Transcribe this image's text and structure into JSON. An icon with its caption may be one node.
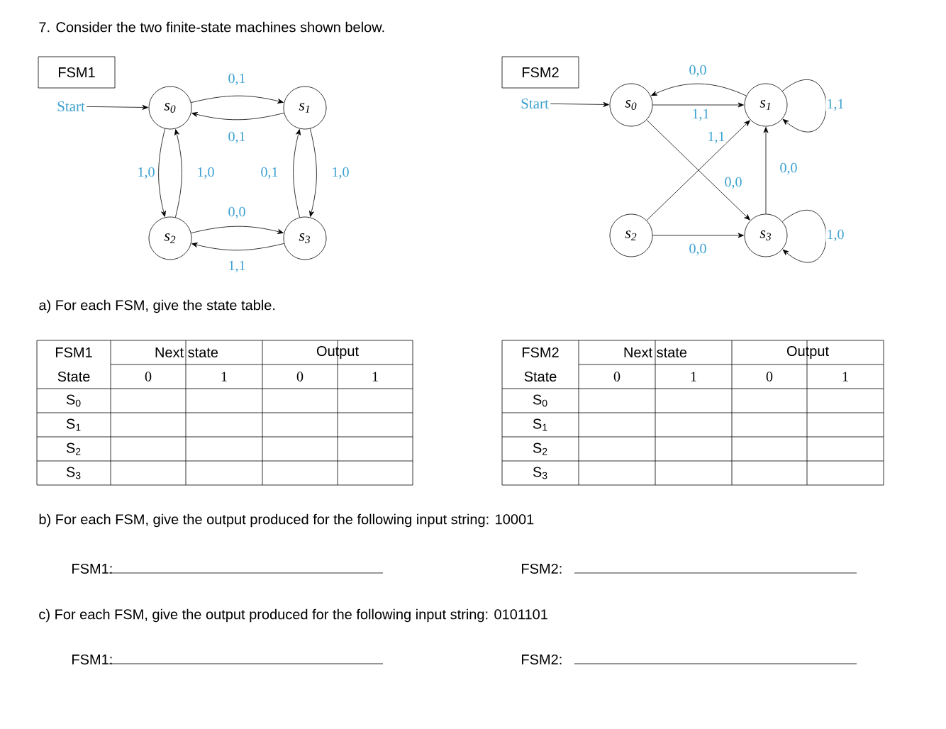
{
  "diagram": {
    "nodes": [
      {
        "text": [
          "FSM1"
        ]
      },
      {
        "text": [
          "Start"
        ]
      },
      {
        "text": [
          "s$_{0}$"
        ]
      },
      {
        "text": [
          "s$_{1}$"
        ]
      },
      {
        "text": [
          "s$_{2}$"
        ]
      },
      {
        "text": [
          "s$_{3}$"
        ]
      },
      {
        "text": [
          "FSM2"
        ]
      },
      {
        "text": [
          "Start"
        ]
      },
      {
        "text": [
          "s$_{0}$"
        ]
      },
      {
        "text": [
          "s$_{1}$"
        ]
      },
      {
        "text": [
          "s$_{2}$"
        ]
      },
      {
        "text": [
          "s$_{3}$"
        ]
      }
    ],
    "edges": [
      {
        "from": 1,
        "to": 2,
        "arrow": "to"
      },
      {
        "from": 2,
        "to": 3,
        "label": "0,1",
        "arrow": "to"
      },
      {
        "from": 3,
        "to": 2,
        "label": "0,1",
        "arrow": "to"
      },
      {
        "from": 2,
        "to": 4,
        "label": "1,0",
        "arrow": "to"
      },
      {
        "from": 4,
        "to": 2,
        "label": "1,0",
        "arrow": "to"
      },
      {
        "from": 5,
        "to": 3,
        "label": "0,1",
        "arrow": "to"
      },
      {
        "from": 3,
        "to": 5,
        "label": "1,0",
        "arrow": "to"
      },
      {
        "from": 4,
        "to": 5,
        "label": "0,0",
        "arrow": "to"
      },
      {
        "from": 5,
        "to": 4,
        "label": "1,1",
        "arrow": "to"
      },
      {
        "from": 7,
        "to": 8,
        "arrow": "to"
      },
      {
        "from": 9,
        "to": 8,
        "label": "0,0",
        "arrow": "to"
      },
      {
        "from": 8,
        "to": 9,
        "label": "1,1",
        "arrow": "to"
      },
      {
        "from": 10,
        "to": 9,
        "label": "1,1",
        "arrow": "to"
      },
      {
        "from": 8,
        "to": 11,
        "label": "0,0",
        "arrow": "to"
      },
      {
        "from": 11,
        "to": 9,
        "label": "0,0",
        "arrow": "to"
      },
      {
        "from": 10,
        "to": 11,
        "label": "0,0",
        "arrow": "to"
      },
      {
        "from": 9,
        "to": 9,
        "label": "1,1",
        "arrow": "to"
      },
      {
        "from": 11,
        "to": 11,
        "label": "1,0",
        "arrow": "to"
      }
    ],
    "labels": [
      "7. Consider the two finite-state machines shown below.",
      "a) For each FSM, give the state table.",
      "FSM1",
      "Next state",
      "Output",
      "State",
      "0",
      "1",
      "0",
      "1",
      "S$_{0}$",
      "S$_{1}$",
      "S$_{2}$",
      "S$_{3}$",
      "FSM2",
      "Next state",
      "Output",
      "State",
      "0",
      "1",
      "0",
      "1",
      "S$_{0}$",
      "S$_{1}$",
      "S$_{2}$",
      "S$_{3}$",
      "b) For each FSM, give the output produced for the following input string: 10001",
      "FSM1:",
      "FSM2:",
      "c) For each FSM, give the output produced for the following input string: 0101101",
      "FSM1:",
      "FSM2:"
    ]
  }
}
